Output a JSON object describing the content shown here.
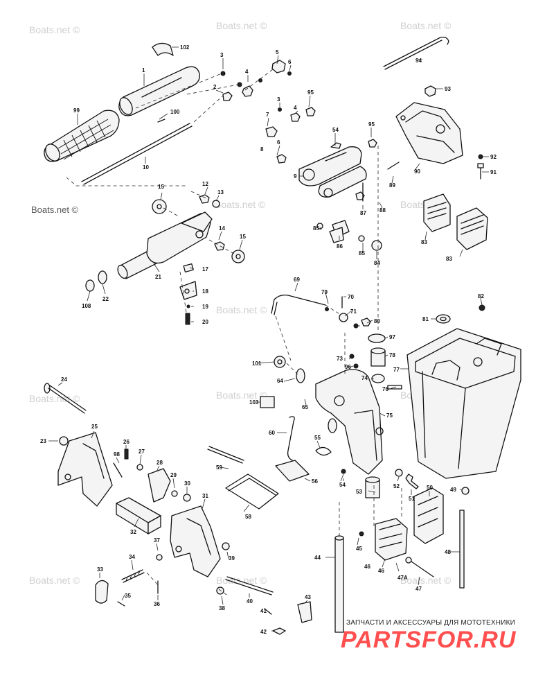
{
  "watermarks": {
    "w1": "Boats.net ©",
    "w2": "Boats.net ©",
    "w3": "Boats.net ©",
    "w4": "Boats.net ©",
    "w5": "Boats.net ©",
    "w6": "Boats.net ©",
    "w7": "Boats.net ©",
    "w8": "Boats.net ©",
    "w9": "Boats.net ©",
    "w10": "Boats.net ©",
    "w11": "Boats.net ©",
    "w12": "Boats.net ©",
    "w13": "Boats.net ©"
  },
  "labels": [
    "1",
    "3",
    "5",
    "4",
    "6",
    "102",
    "2",
    "99",
    "100",
    "10",
    "94",
    "93",
    "3",
    "95",
    "4",
    "7",
    "6",
    "95",
    "54",
    "8",
    "9",
    "90",
    "92",
    "91",
    "89",
    "87",
    "88",
    "12",
    "13",
    "15",
    "14",
    "15",
    "86",
    "85",
    "85",
    "84",
    "83",
    "83",
    "17",
    "18",
    "19",
    "20",
    "21",
    "22",
    "108",
    "69",
    "70",
    "71",
    "79",
    "80",
    "82",
    "81",
    "97",
    "73",
    "96",
    "78",
    "74",
    "76",
    "77",
    "101",
    "64",
    "65",
    "103",
    "75",
    "24",
    "23",
    "25",
    "26",
    "27",
    "98",
    "28",
    "29",
    "30",
    "31",
    "60",
    "55",
    "59",
    "56",
    "53",
    "52",
    "51",
    "50",
    "49",
    "54",
    "58",
    "32",
    "37",
    "34",
    "33",
    "35",
    "36",
    "38",
    "39",
    "40",
    "41",
    "42",
    "43",
    "44",
    "45",
    "46",
    "47A",
    "47",
    "48",
    "46"
  ],
  "footer": {
    "caption": "ЗАПЧАСТИ И АКСЕССУАРЫ ДЛЯ МОТОТЕХНИКИ",
    "logo": "PARTSFOR.RU"
  }
}
